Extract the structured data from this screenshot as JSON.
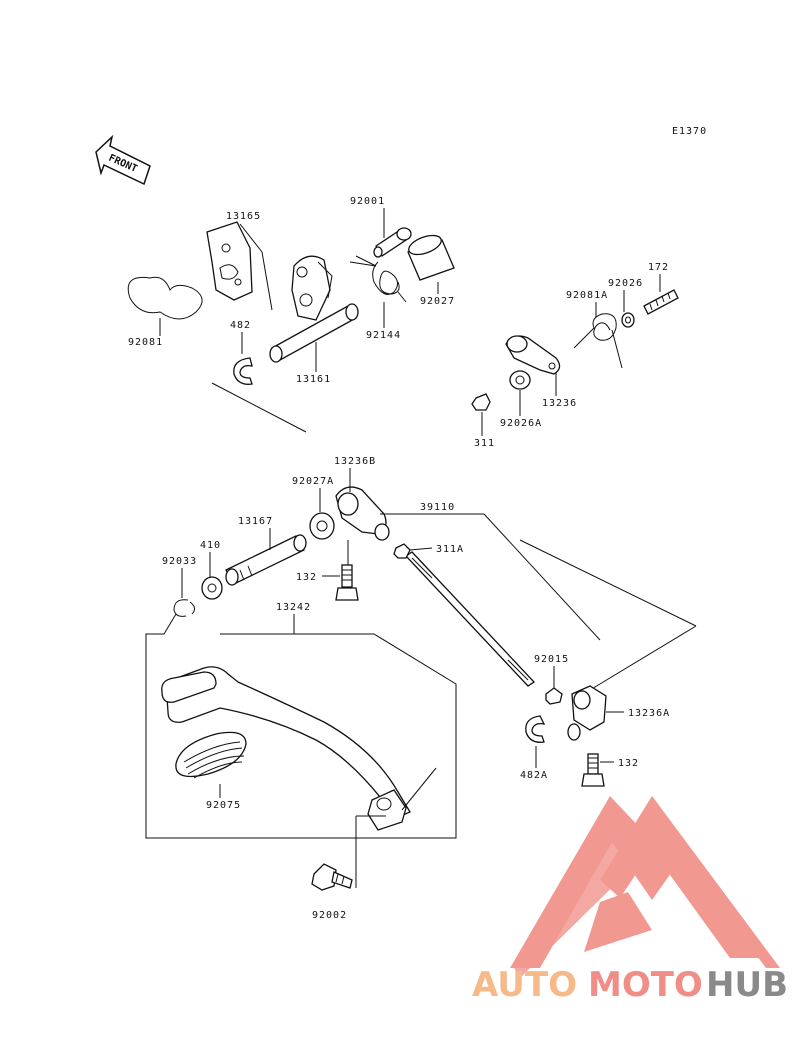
{
  "diagram": {
    "ref_code": "E1370",
    "front_label": "FRONT",
    "labels": {
      "p13165": "13165",
      "p92001": "92001",
      "p92081": "92081",
      "p482": "482",
      "p92144": "92144",
      "p92027": "92027",
      "p13161": "13161",
      "p172": "172",
      "p92026": "92026",
      "p92081A": "92081A",
      "p13236": "13236",
      "p92026A": "92026A",
      "p311": "311",
      "p13236B": "13236B",
      "p92027A": "92027A",
      "p39110": "39110",
      "p13167": "13167",
      "p410": "410",
      "p92033": "92033",
      "p311A": "311A",
      "p132a": "132",
      "p13242": "13242",
      "p92015": "92015",
      "p13236A": "13236A",
      "p482A": "482A",
      "p132b": "132",
      "p92075": "92075",
      "p92002": "92002"
    }
  },
  "watermark": {
    "part1": "AUTO",
    "part2": "MOTO",
    "part3": "HUB",
    "color_auto": "#f6b98a",
    "color_moto": "#f08d86",
    "color_hub": "#8a8a8a"
  }
}
